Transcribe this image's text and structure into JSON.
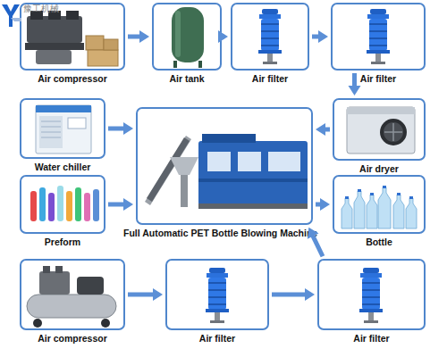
{
  "diagram": {
    "nodes": [
      {
        "text": [
          "Air compressor"
        ]
      },
      {
        "text": [
          "Air tank"
        ]
      },
      {
        "text": [
          "Air filter"
        ]
      },
      {
        "text": [
          "Air filter"
        ]
      },
      {
        "text": [
          "Water chiller"
        ]
      },
      {
        "text": [
          "Full Automatic PET Bottle Blowing Machine"
        ]
      },
      {
        "text": [
          "Air dryer"
        ]
      },
      {
        "text": [
          "Preform"
        ]
      },
      {
        "text": [
          "Bottle"
        ]
      },
      {
        "text": [
          "Air compressor"
        ]
      },
      {
        "text": [
          "Air filter"
        ]
      },
      {
        "text": [
          "Air filter"
        ]
      }
    ],
    "edges": [
      {
        "from": 0,
        "to": 1,
        "arrow": "to"
      },
      {
        "from": 1,
        "to": 2,
        "arrow": "to"
      },
      {
        "from": 2,
        "to": 3,
        "arrow": "to"
      },
      {
        "from": 3,
        "to": 6,
        "arrow": "to"
      },
      {
        "from": 6,
        "to": 5,
        "arrow": "to"
      },
      {
        "from": 4,
        "to": 5,
        "arrow": "to"
      },
      {
        "from": 7,
        "to": 5,
        "arrow": "to"
      },
      {
        "from": 5,
        "to": 8,
        "arrow": "to"
      },
      {
        "from": 9,
        "to": 10,
        "arrow": "to"
      },
      {
        "from": 10,
        "to": 11,
        "arrow": "to"
      },
      {
        "from": 11,
        "to": 5,
        "arrow": "to"
      }
    ],
    "labels": [
      "豫工机械"
    ]
  }
}
